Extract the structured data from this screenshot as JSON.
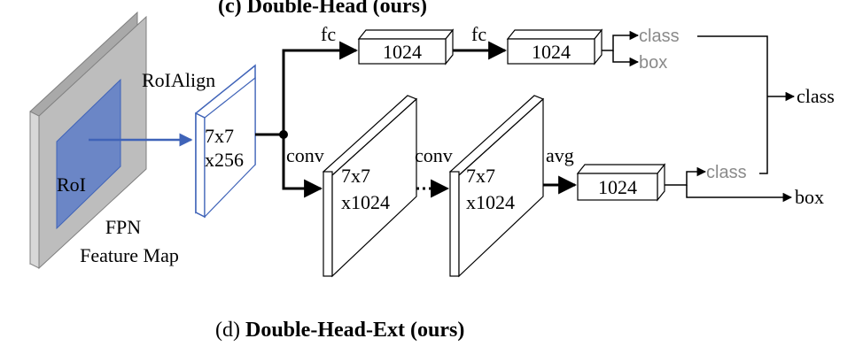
{
  "top_caption_partial": "(c) Double-Head (ours)",
  "caption": {
    "prefix": "(d) ",
    "bold": "Double-Head-Ext (ours)"
  },
  "fpn": {
    "roi_label": "RoI",
    "title_line1": "FPN",
    "title_line2": "Feature Map"
  },
  "roialign": {
    "label": "RoIAlign",
    "dims_line1": "7x7",
    "dims_line2": "x256"
  },
  "fc_branch": {
    "fc1_label": "fc",
    "box1_value": "1024",
    "fc2_label": "fc",
    "box2_value": "1024",
    "out_class": "class",
    "out_box": "box"
  },
  "conv_branch": {
    "conv1_label": "conv",
    "block1_line1": "7x7",
    "block1_line2": "x1024",
    "conv2_label": "conv",
    "block2_line1": "7x7",
    "block2_line2": "x1024",
    "avg_label": "avg",
    "box_value": "1024",
    "out_class": "class"
  },
  "final": {
    "class": "class",
    "box": "box"
  },
  "colors": {
    "accent_blue": "#3f63b8",
    "roi_fill": "#6b86c6",
    "fpn_gray": "#a9a9a9",
    "muted_text": "#8a8a8a"
  }
}
